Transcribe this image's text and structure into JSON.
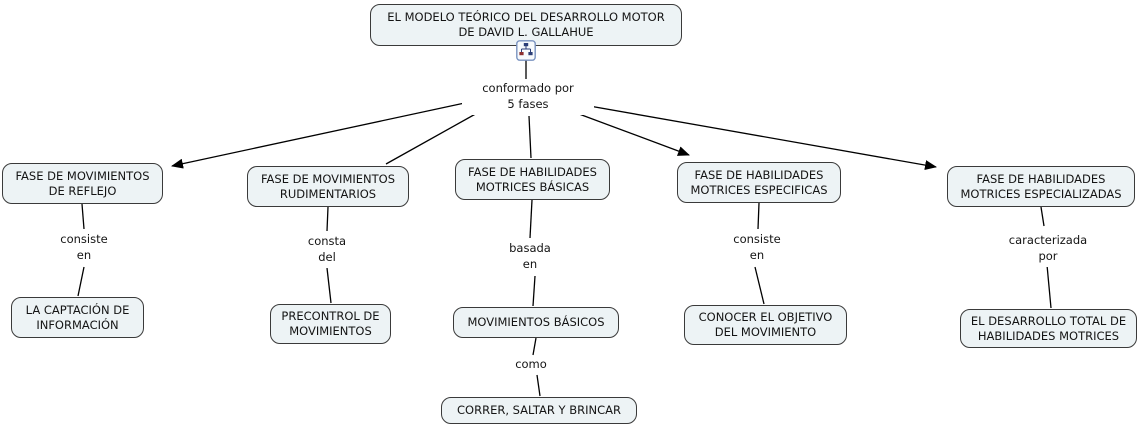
{
  "styles": {
    "background": "#ffffff",
    "node_fill": "#edf3f5",
    "node_border": "#3a3a3a",
    "line_color": "#000000",
    "text_color": "#141414"
  },
  "root": {
    "label": "EL MODELO TEÓRICO DEL DESARROLLO MOTOR\nDE DAVID L. GALLAHUE"
  },
  "root_link": {
    "label": "conformado por\n5 fases"
  },
  "icons": {
    "resource": "concept-map-resource-icon"
  },
  "branches": [
    {
      "phase": "FASE DE MOVIMIENTOS\nDE REFLEJO",
      "link": "consiste\nen",
      "detail": "LA CAPTACIÓN DE\nINFORMACIÓN"
    },
    {
      "phase": "FASE DE MOVIMIENTOS\nRUDIMENTARIOS",
      "link": "consta\ndel",
      "detail": "PRECONTROL DE\nMOVIMIENTOS"
    },
    {
      "phase": "FASE DE HABILIDADES\nMOTRICES BÁSICAS",
      "link": "basada\nen",
      "detail": "MOVIMIENTOS BÁSICOS",
      "sub_link": "como",
      "sub_detail": "CORRER, SALTAR Y BRINCAR"
    },
    {
      "phase": "FASE DE HABILIDADES\nMOTRICES ESPECIFICAS",
      "link": "consiste\nen",
      "detail": "CONOCER EL OBJETIVO\nDEL MOVIMIENTO"
    },
    {
      "phase": "FASE DE HABILIDADES\nMOTRICES ESPECIALIZADAS",
      "link": "caracterizada\npor",
      "detail": "EL DESARROLLO TOTAL DE\nHABILIDADES MOTRICES"
    }
  ]
}
